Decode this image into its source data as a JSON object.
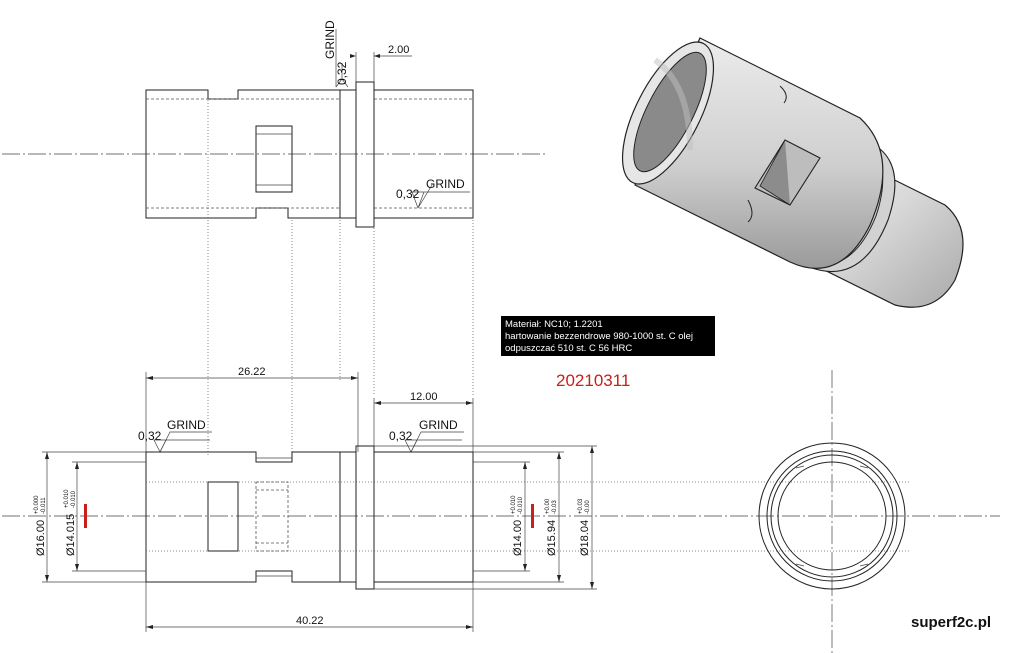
{
  "surface": {
    "roughness": "0,32",
    "process": "GRIND"
  },
  "dimensions": {
    "top_flange_width": "2.00",
    "length_to_groove": "26.22",
    "right_section": "12.00",
    "overall_length": "40.22",
    "d16": "Ø16.00",
    "d16_tol_up": "+0.000",
    "d16_tol_dn": "-0.011",
    "d14015": "Ø14.015",
    "d14015_tol_up": "+0.010",
    "d14015_tol_dn": "-0.010",
    "d14": "Ø14.00",
    "d14_tol_up": "+0.010",
    "d14_tol_dn": "-0.010",
    "d1594": "Ø15.94",
    "d1594_tol_up": "+0.00",
    "d1594_tol_dn": "-0.03",
    "d1804": "Ø18.04",
    "d1804_tol_up": "+0.03",
    "d1804_tol_dn": "-0.00"
  },
  "material_note": {
    "line1": "Materiał: NC10; 1.2201",
    "line2": "hartowanie bezzendrowe 980-1000 st. C olej",
    "line3": "odpuszczać 510 st. C   56 HRC"
  },
  "drawing_number": "20210311",
  "website": "superf2c.pl",
  "colors": {
    "accent_red": "#c8201a",
    "note_bg": "#000000"
  }
}
